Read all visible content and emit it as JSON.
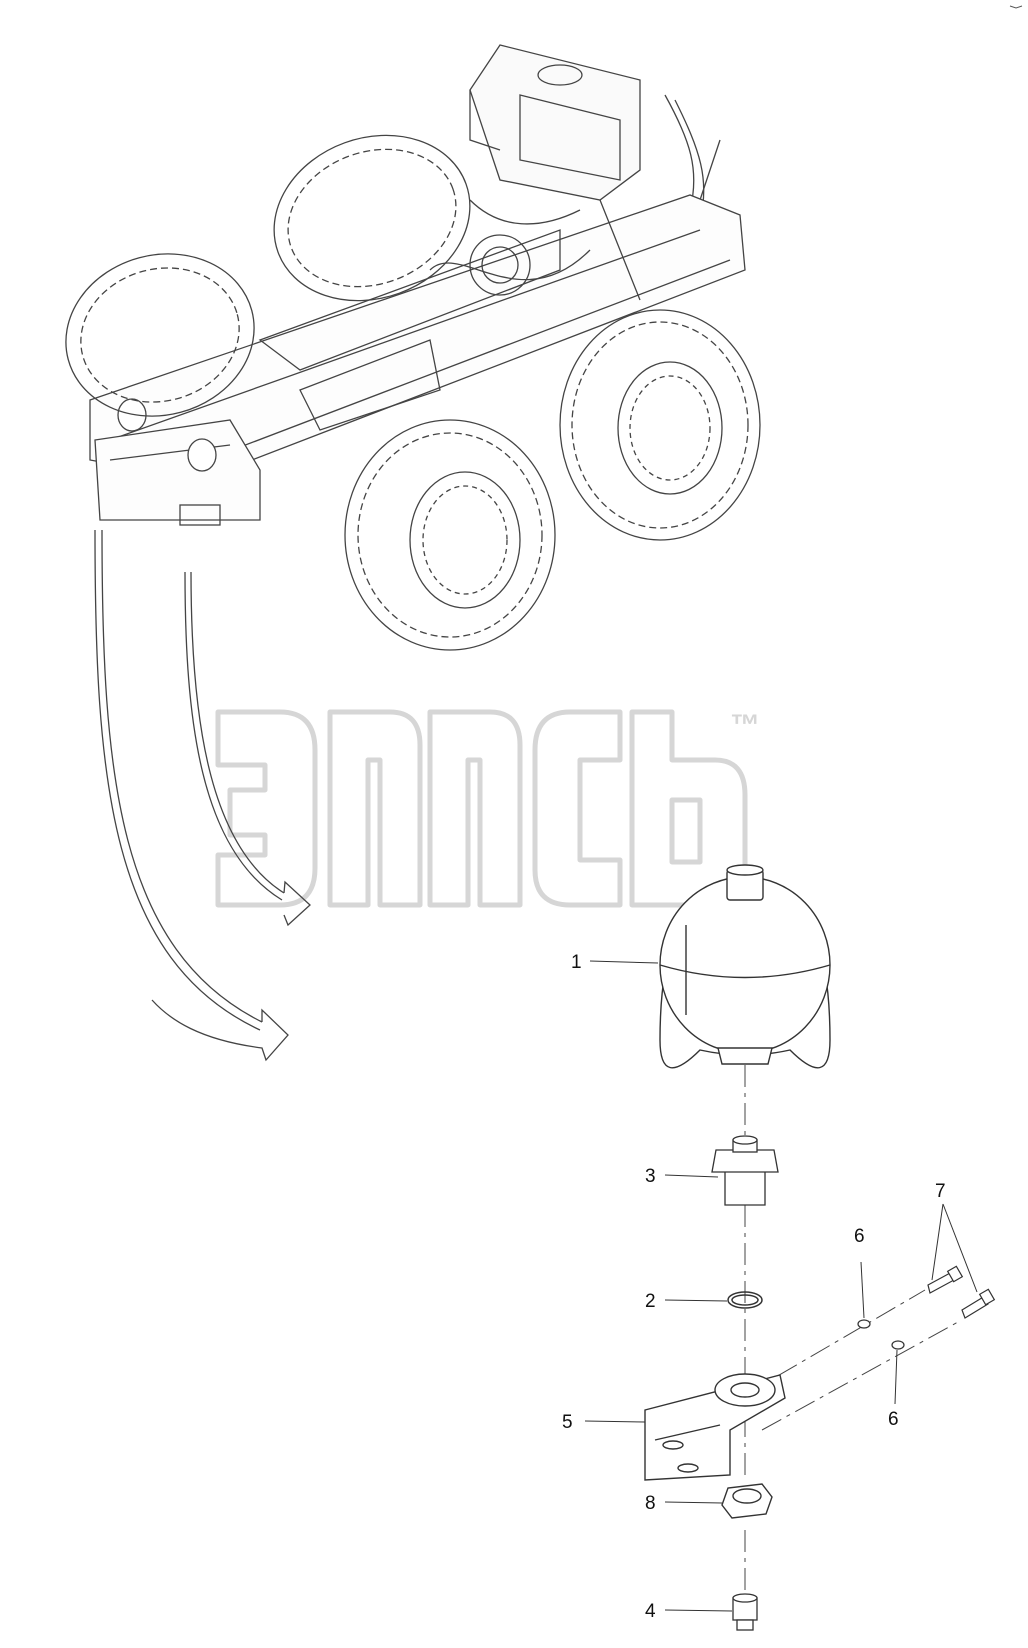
{
  "diagram": {
    "watermark": {
      "symbol": "™"
    },
    "callouts": [
      {
        "id": "1",
        "label": "1"
      },
      {
        "id": "2",
        "label": "2"
      },
      {
        "id": "3",
        "label": "3"
      },
      {
        "id": "4",
        "label": "4"
      },
      {
        "id": "5",
        "label": "5"
      },
      {
        "id": "6a",
        "label": "6"
      },
      {
        "id": "6b",
        "label": "6"
      },
      {
        "id": "7",
        "label": "7"
      },
      {
        "id": "8",
        "label": "8"
      }
    ],
    "colors": {
      "line": "#333333",
      "watermark": "#d6d6d6",
      "background": "#ffffff"
    }
  }
}
